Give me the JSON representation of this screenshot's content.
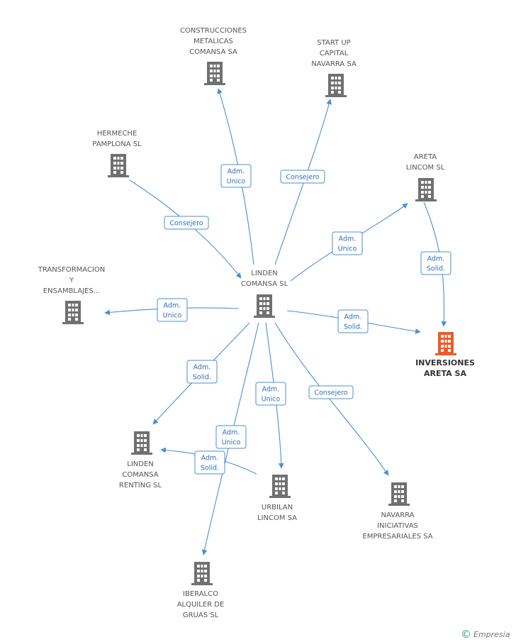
{
  "diagram": {
    "nodes": [
      {
        "id": "linden",
        "lines": [
          "LINDEN",
          "COMANSA SL"
        ],
        "focus": false
      },
      {
        "id": "construcciones",
        "lines": [
          "CONSTRUCCIONES",
          "METALICAS",
          "COMANSA SA"
        ],
        "focus": false
      },
      {
        "id": "startup",
        "lines": [
          "START UP",
          "CAPITAL",
          "NAVARRA SA"
        ],
        "focus": false
      },
      {
        "id": "hermeche",
        "lines": [
          "HERMECHE",
          "PAMPLONA SL"
        ],
        "focus": false
      },
      {
        "id": "areta_lincom",
        "lines": [
          "ARETA",
          "LINCOM SL"
        ],
        "focus": false
      },
      {
        "id": "inversiones",
        "lines": [
          "INVERSIONES",
          "ARETA SA"
        ],
        "focus": true
      },
      {
        "id": "transformacion",
        "lines": [
          "TRANSFORMACION",
          "Y",
          "ENSAMBLAJES..."
        ],
        "focus": false
      },
      {
        "id": "linden_renting",
        "lines": [
          "LINDEN",
          "COMANSA",
          "RENTING SL"
        ],
        "focus": false
      },
      {
        "id": "urbilan",
        "lines": [
          "URBILAN",
          "LINCOM SA"
        ],
        "focus": false
      },
      {
        "id": "navarra",
        "lines": [
          "NAVARRA",
          "INICIATIVAS",
          "EMPRESARIALES SA"
        ],
        "focus": false
      },
      {
        "id": "iberalco",
        "lines": [
          "IBERALCO",
          "ALQUILER DE",
          "GRUAS  SL"
        ],
        "focus": false
      }
    ],
    "edges": [
      {
        "id": "e1",
        "lines": [
          "Adm.",
          "Unico"
        ]
      },
      {
        "id": "e2",
        "lines": [
          "Consejero"
        ]
      },
      {
        "id": "e3",
        "lines": [
          "Consejero"
        ]
      },
      {
        "id": "e4",
        "lines": [
          "Adm.",
          "Unico"
        ]
      },
      {
        "id": "e5",
        "lines": [
          "Adm.",
          "Solid."
        ]
      },
      {
        "id": "e6",
        "lines": [
          "Adm.",
          "Unico"
        ]
      },
      {
        "id": "e7",
        "lines": [
          "Adm.",
          "Solid."
        ]
      },
      {
        "id": "e8",
        "lines": [
          "Adm.",
          "Solid."
        ]
      },
      {
        "id": "e9",
        "lines": [
          "Adm.",
          "Unico"
        ]
      },
      {
        "id": "e10",
        "lines": [
          "Consejero"
        ]
      },
      {
        "id": "e11",
        "lines": [
          "Adm.",
          "Unico"
        ]
      },
      {
        "id": "e12",
        "lines": [
          "Adm.",
          "Solid."
        ]
      }
    ],
    "colors": {
      "building": "#707070",
      "focus_building": "#f05a28",
      "edge": "#4a8fd6"
    }
  },
  "footer": {
    "copyright_symbol": "©",
    "brand": "Empresia"
  }
}
